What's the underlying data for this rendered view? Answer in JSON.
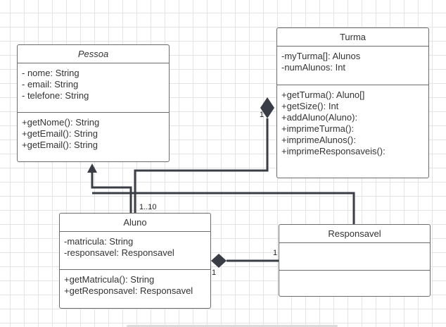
{
  "classes": {
    "pessoa": {
      "name": "Pessoa",
      "attributes": [
        "- nome: String",
        "- email: String",
        "- telefone: String"
      ],
      "methods": [
        "+getNome(): String",
        "+getEmail(): String",
        "+getEmail(): String"
      ]
    },
    "turma": {
      "name": "Turma",
      "attributes": [
        "-myTurma[]: Alunos",
        "-numAlunos: Int"
      ],
      "methods": [
        "+getTurma(): Aluno[]",
        "+getSize(): Int",
        "+addAluno(Aluno):",
        "+imprimeTurma():",
        "+imprimeAlunos():",
        "+imprimeResponsaveis():"
      ]
    },
    "aluno": {
      "name": "Aluno",
      "attributes": [
        "-matricula: String",
        "-responsavel: Responsavel"
      ],
      "methods": [
        "+getMatricula(): String",
        "+getResponsavel: Responsavel"
      ]
    },
    "responsavel": {
      "name": "Responsavel",
      "attributes": [],
      "methods": []
    }
  },
  "multiplicities": {
    "turma_side": "1",
    "aluno_to_turma": "1..10",
    "aluno_side": "1",
    "responsavel_side": "1"
  },
  "colors": {
    "line": "#3a3d45",
    "border": "#6b6b6b",
    "grid": "#e4e4e4"
  }
}
